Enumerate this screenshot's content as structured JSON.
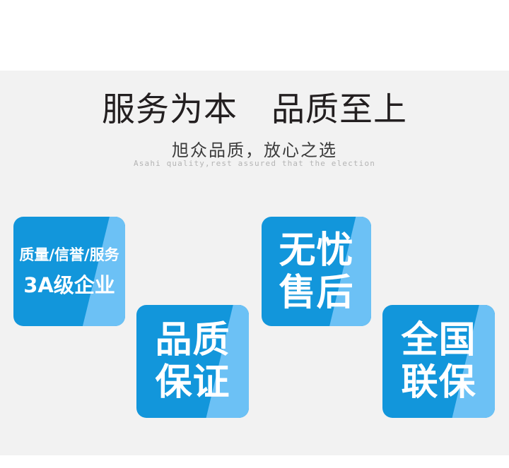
{
  "page": {
    "background_top": "#ffffff",
    "background_band": "#f2f2f2",
    "accent_dark": "#1296db",
    "accent_light": "#6cc1f5"
  },
  "header": {
    "title": "服务为本　品质至上",
    "subtitle": "旭众品质，放心之选",
    "subtitle_en": "Asahi quality,rest assured that the election"
  },
  "badges": [
    {
      "id": "badge-1",
      "name": "3a-enterprise",
      "line_small": "质量/信誉/服务",
      "line_big": "3A级企业"
    },
    {
      "id": "badge-2",
      "name": "quality-guarantee",
      "line_1": "品质",
      "line_2": "保证"
    },
    {
      "id": "badge-3",
      "name": "worry-free-after-sales",
      "line_1": "无忧",
      "line_2": "售后"
    },
    {
      "id": "badge-4",
      "name": "nationwide-warranty",
      "line_1": "全国",
      "line_2": "联保"
    }
  ]
}
